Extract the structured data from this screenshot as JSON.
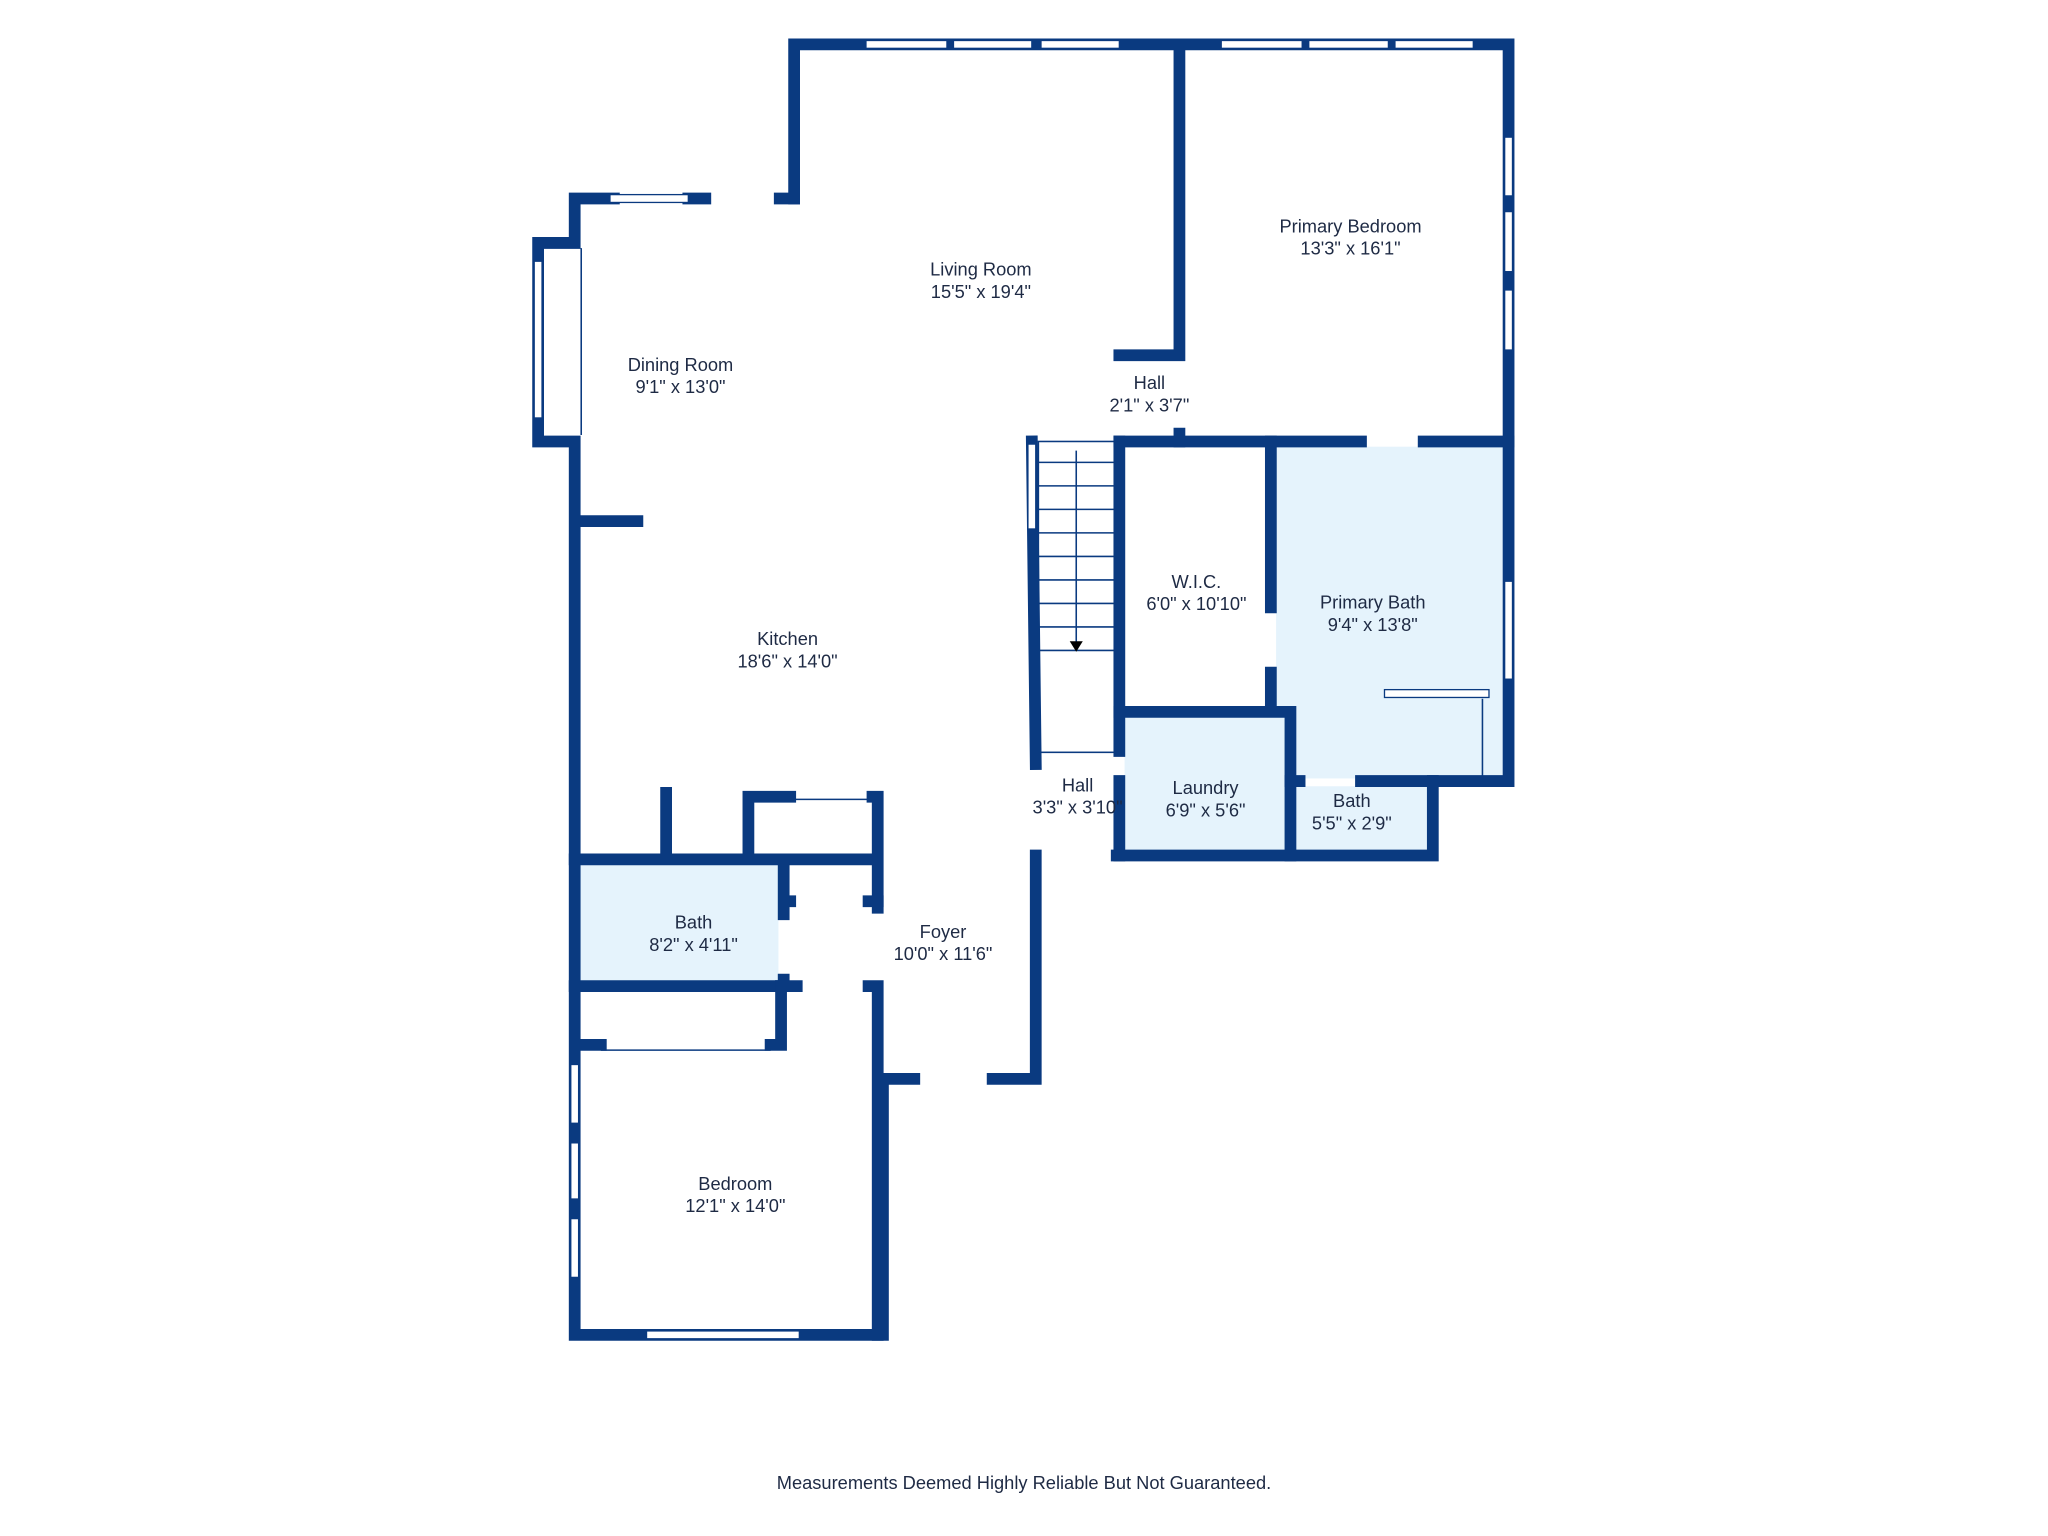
{
  "colors": {
    "wall": "#0a3a80",
    "wet_room_fill": "#e5f3fc",
    "text": "#1e2a44"
  },
  "rooms": [
    {
      "name": "Living Room",
      "dims": "15'5\" x 19'4\""
    },
    {
      "name": "Primary Bedroom",
      "dims": "13'3\" x 16'1\""
    },
    {
      "name": "Dining Room",
      "dims": "9'1\" x 13'0\""
    },
    {
      "name": "Hall",
      "dims": "2'1\" x 3'7\""
    },
    {
      "name": "W.I.C.",
      "dims": "6'0\" x 10'10\""
    },
    {
      "name": "Primary Bath",
      "dims": "9'4\" x 13'8\""
    },
    {
      "name": "Kitchen",
      "dims": "18'6\" x 14'0\""
    },
    {
      "name": "Hall",
      "dims": "3'3\" x 3'10\""
    },
    {
      "name": "Laundry",
      "dims": "6'9\" x 5'6\""
    },
    {
      "name": "Bath",
      "dims": "5'5\" x 2'9\""
    },
    {
      "name": "Bath",
      "dims": "8'2\" x 4'11\""
    },
    {
      "name": "Foyer",
      "dims": "10'0\" x 11'6\""
    },
    {
      "name": "Bedroom",
      "dims": "12'1\" x 14'0\""
    }
  ],
  "footer": "Measurements Deemed Highly Reliable But Not Guaranteed."
}
